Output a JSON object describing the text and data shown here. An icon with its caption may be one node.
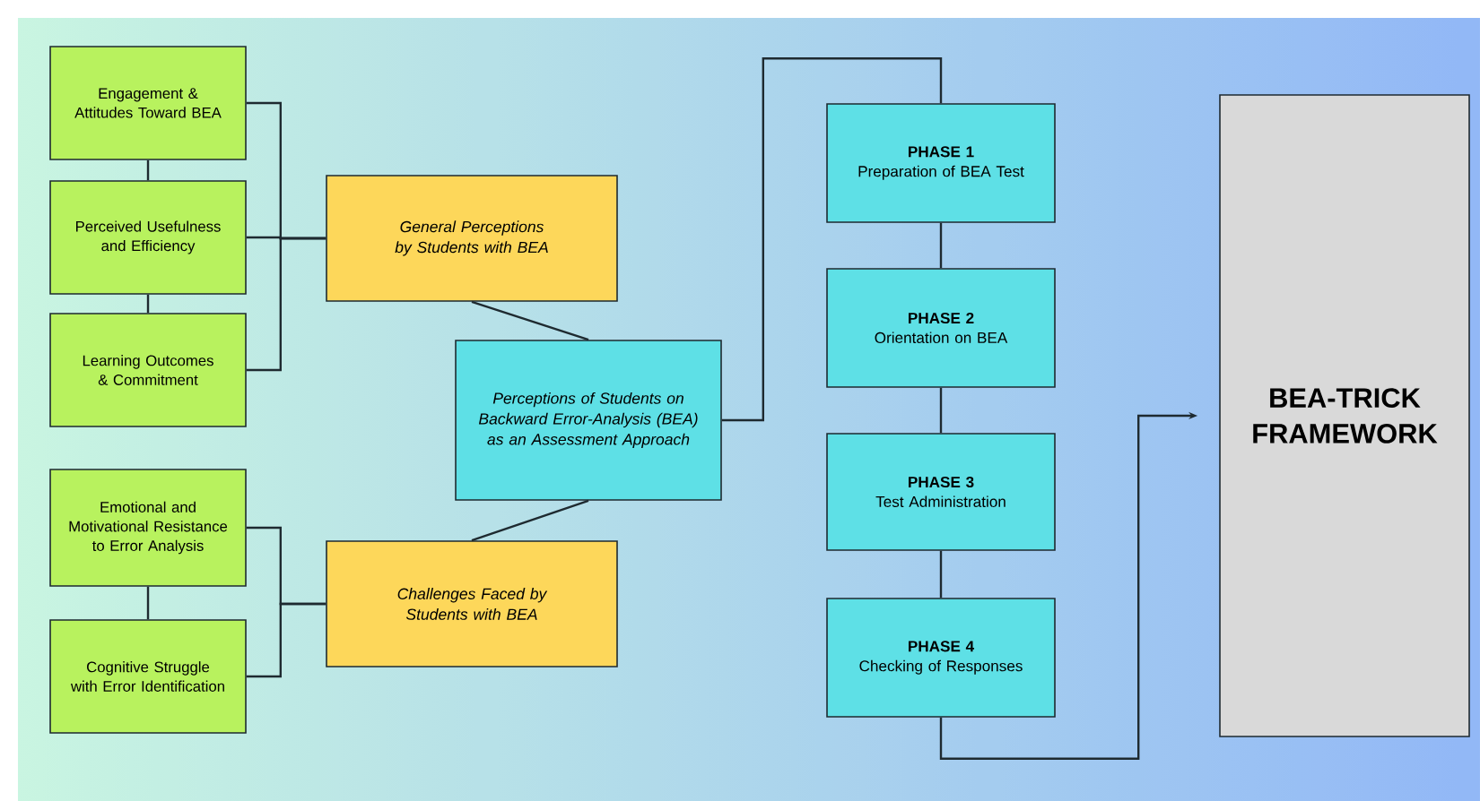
{
  "diagram": {
    "nodes": [
      {
        "text": [
          "Engagement & Attitudes Toward BEA"
        ]
      },
      {
        "text": [
          "Perceived Usefulness and Efficiency"
        ]
      },
      {
        "text": [
          "Learning Outcomes & Commitment"
        ]
      },
      {
        "text": [
          "Emotional and Motivational Resistance to Error Analysis"
        ]
      },
      {
        "text": [
          "Cognitive Struggle with Error Identification"
        ]
      },
      {
        "text": [
          "General Perceptions by Students with BEA"
        ]
      },
      {
        "text": [
          "Challenges Faced by Students with BEA"
        ]
      },
      {
        "text": [
          "Perceptions of Students on Backward Error-Analysis (BEA) as an Assessment Approach"
        ]
      },
      {
        "text": [
          "PHASE 1",
          "Preparation of BEA Test"
        ]
      },
      {
        "text": [
          "PHASE 2",
          "Orientation on BEA"
        ]
      },
      {
        "text": [
          "PHASE 3",
          "Test Administration"
        ]
      },
      {
        "text": [
          "PHASE 4",
          "Checking of Responses"
        ]
      },
      {
        "text": [
          "BEA-TRICK FRAMEWORK"
        ]
      }
    ],
    "edges": [
      {
        "from": 0,
        "to": 1,
        "arrow": "none"
      },
      {
        "from": 1,
        "to": 2,
        "arrow": "none"
      },
      {
        "from": 0,
        "to": 5,
        "arrow": "none"
      },
      {
        "from": 1,
        "to": 5,
        "arrow": "none"
      },
      {
        "from": 2,
        "to": 5,
        "arrow": "none"
      },
      {
        "from": 3,
        "to": 4,
        "arrow": "none"
      },
      {
        "from": 3,
        "to": 6,
        "arrow": "none"
      },
      {
        "from": 4,
        "to": 6,
        "arrow": "none"
      },
      {
        "from": 5,
        "to": 7,
        "arrow": "none"
      },
      {
        "from": 6,
        "to": 7,
        "arrow": "none"
      },
      {
        "from": 7,
        "to": 8,
        "arrow": "none"
      },
      {
        "from": 8,
        "to": 9,
        "arrow": "none"
      },
      {
        "from": 9,
        "to": 10,
        "arrow": "none"
      },
      {
        "from": 10,
        "to": 11,
        "arrow": "none"
      },
      {
        "from": 11,
        "to": 12,
        "arrow": "to"
      }
    ]
  }
}
